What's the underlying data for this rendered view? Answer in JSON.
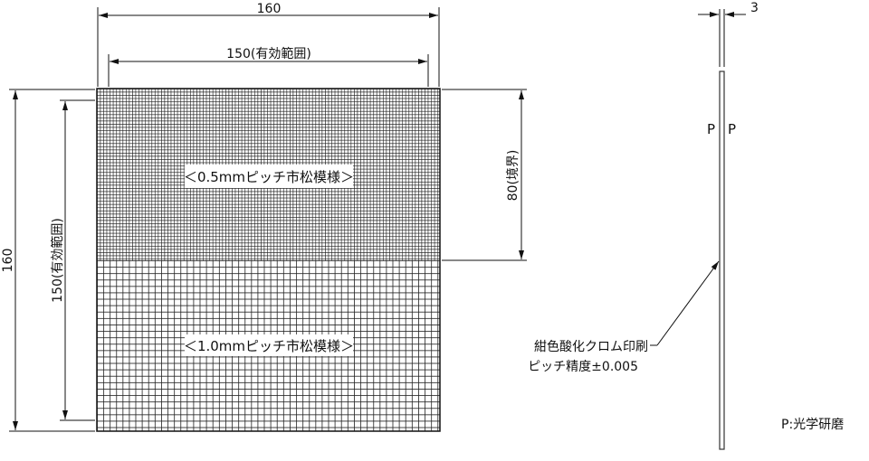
{
  "drawing": {
    "front_view": {
      "overall_width_dim": "160",
      "effective_width_dim": "150(有効範囲)",
      "overall_height_dim": "160",
      "effective_height_dim": "150(有効範囲)",
      "boundary_dim": "80(境界)",
      "upper_pattern_label": "＜0.5mmピッチ市松模様＞",
      "lower_pattern_label": "＜1.0mmピッチ市松模様＞"
    },
    "side_view": {
      "thickness_dim": "3",
      "surface_left": "P",
      "surface_right": "P",
      "note_line1": "紺色酸化クロム印刷",
      "note_line2": "ピッチ精度±0.005"
    },
    "legend": "P:光学研磨"
  }
}
